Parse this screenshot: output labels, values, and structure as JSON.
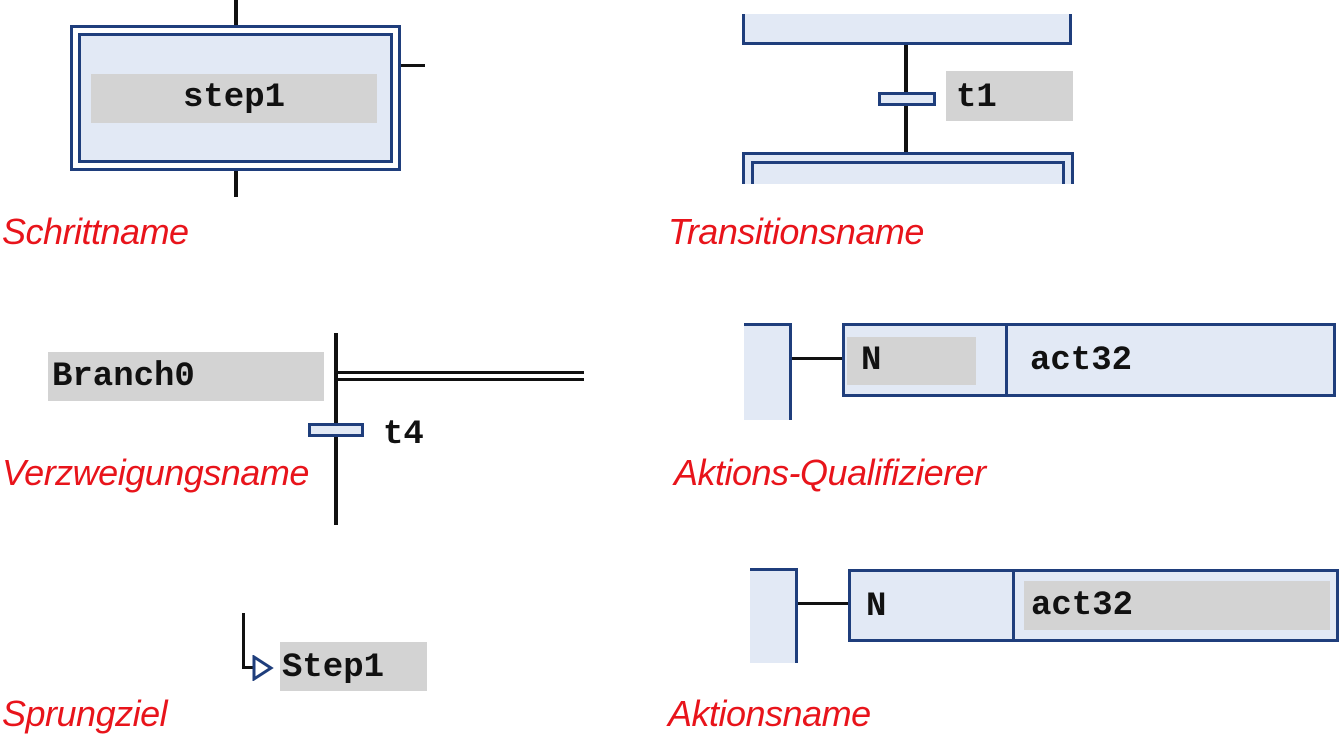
{
  "colors": {
    "caption": "#e8141b",
    "outline": "#1f3e7c",
    "fill": "#e2e9f5",
    "highlight": "#d3d3d3"
  },
  "step": {
    "name": "step1",
    "caption": "Schrittname"
  },
  "transition": {
    "name": "t1",
    "caption": "Transitionsname"
  },
  "branch": {
    "name": "Branch0",
    "transition": "t4",
    "caption": "Verzweigungsname"
  },
  "jump": {
    "target": "Step1",
    "caption": "Sprungziel"
  },
  "action_qualifier": {
    "qualifier": "N",
    "action": "act32",
    "caption": "Aktions-Qualifizierer"
  },
  "action_name": {
    "qualifier": "N",
    "action": "act32",
    "caption": "Aktionsname"
  }
}
